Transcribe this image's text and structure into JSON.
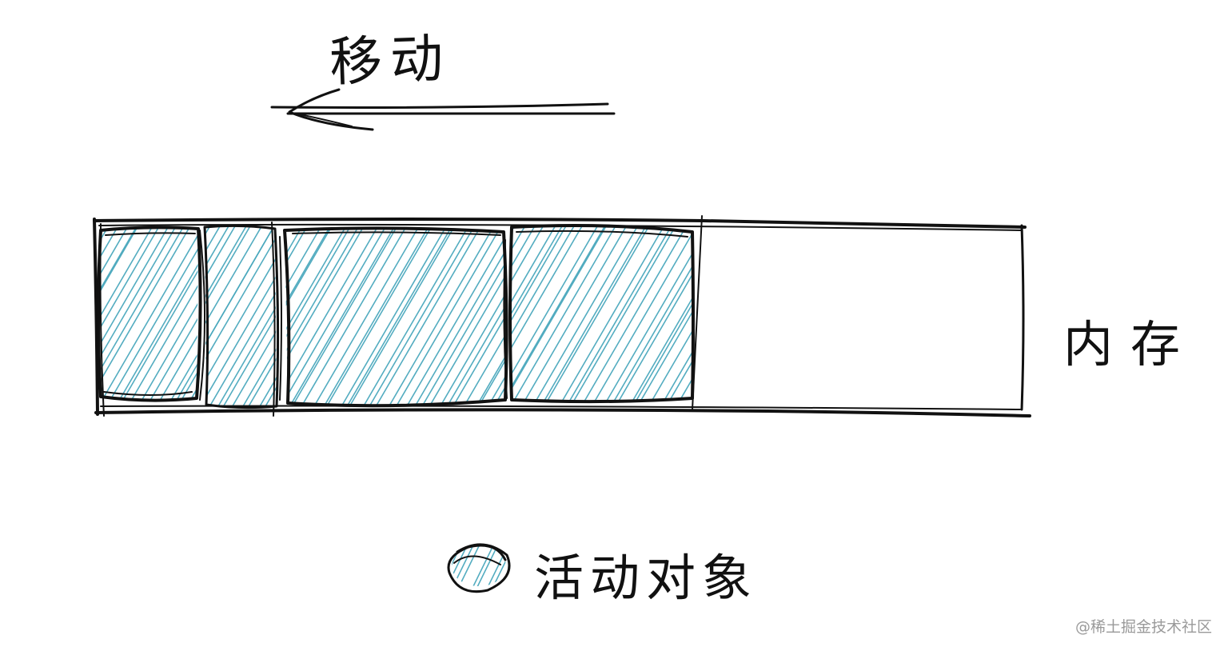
{
  "labels": {
    "move": "移动",
    "memory": "内存",
    "legend": "活动对象",
    "watermark": "@稀土掘金技术社区"
  },
  "colors": {
    "stroke": "#111111",
    "hatch": "#4aa8bd",
    "background": "#ffffff"
  },
  "diagram": {
    "arrow_direction": "left",
    "memory_blocks": [
      {
        "name": "object-block-1",
        "type": "active-object"
      },
      {
        "name": "object-block-2",
        "type": "active-object"
      },
      {
        "name": "object-block-3",
        "type": "active-object"
      },
      {
        "name": "object-block-4",
        "type": "active-object"
      },
      {
        "name": "free-space",
        "type": "free"
      }
    ]
  }
}
